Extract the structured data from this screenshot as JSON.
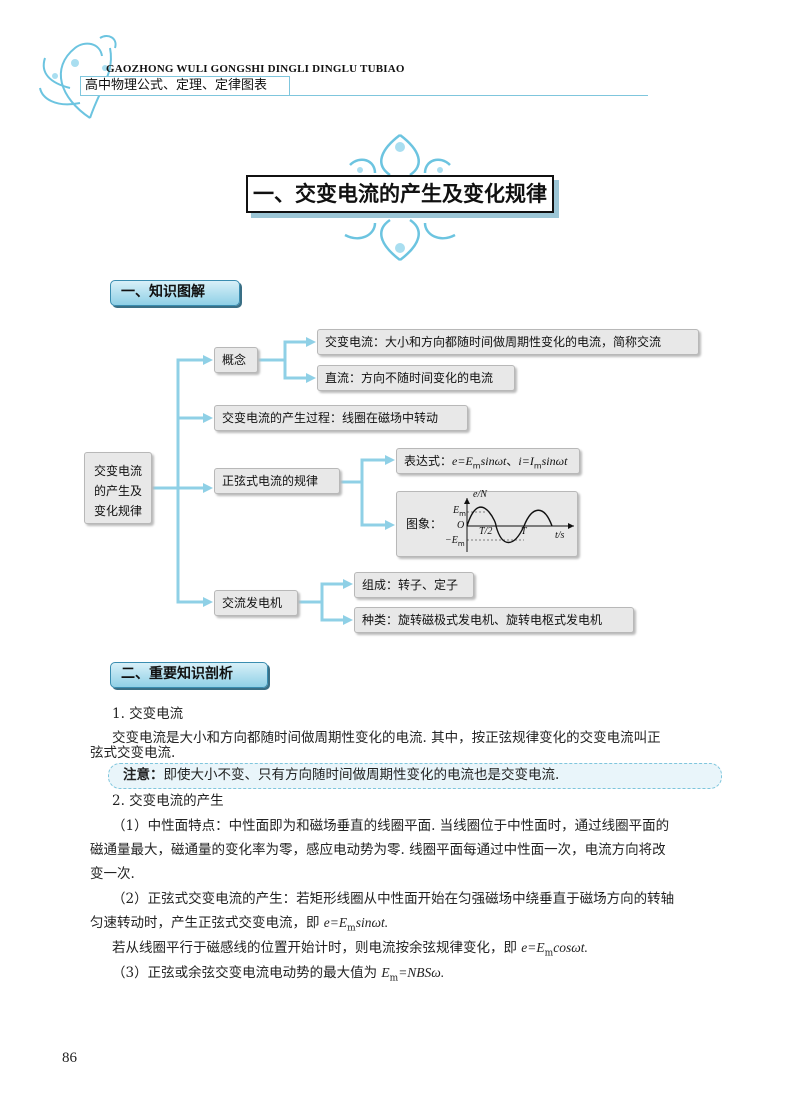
{
  "header": {
    "pinyin": "GAOZHONG WULI GONGSHI DINGLI DINGLU TUBIAO",
    "chinese": "高中物理公式、定理、定律图表"
  },
  "chapter_title": "一、交变电流的产生及变化规律",
  "section1": {
    "label": "一、知识图解"
  },
  "diagram": {
    "root": "交变电流的产生及变化规律",
    "concept": "概念",
    "ac_def": "交变电流：大小和方向都随时间做周期性变化的电流，简称交流",
    "dc_def": "直流：方向不随时间变化的电流",
    "process": "交变电流的产生过程：线圈在磁场中转动",
    "sine_law": "正弦式电流的规律",
    "expr_prefix": "表达式：",
    "expr_e": "e=E",
    "expr_e_sub": "m",
    "expr_e_tail": "sinωt",
    "expr_sep": "、",
    "expr_i": "i=I",
    "expr_i_sub": "m",
    "expr_i_tail": "sinωt",
    "graph_label": "图象：",
    "graph": {
      "y_label": "e/N",
      "x_label": "t/s",
      "em": "E",
      "em_sub": "m",
      "neg_em": "−E",
      "neg_em_sub": "m",
      "origin": "O",
      "half_period": "T/2",
      "period": "T"
    },
    "generator": "交流发电机",
    "composition": "组成：转子、定子",
    "types": "种类：旋转磁极式发电机、旋转电枢式发电机"
  },
  "section2": {
    "label": "二、重要知识剖析"
  },
  "content": {
    "h1": "1. 交变电流",
    "p1a": "交变电流是大小和方向都随时间做周期性变化的电流. 其中，按正弦规律变化的交变电流叫正",
    "p1b": "弦式交变电流.",
    "note_label": "注意：",
    "note_text": "即使大小不变、只有方向随时间做周期性变化的电流也是交变电流.",
    "h2": "2. 交变电流的产生",
    "p2a": "（1）中性面特点：中性面即为和磁场垂直的线圈平面. 当线圈位于中性面时，通过线圈平面的",
    "p2b": "磁通量最大，磁通量的变化率为零，感应电动势为零. 线圈平面每通过中性面一次，电流方向将改",
    "p2c": "变一次.",
    "p3a": "（2）正弦式交变电流的产生：若矩形线圈从中性面开始在匀强磁场中绕垂直于磁场方向的转轴",
    "p3b": "匀速转动时，产生正弦式交变电流，即 ",
    "p3b_formula": "e=E",
    "p3b_sub": "m",
    "p3b_tail": "sinωt.",
    "p4": "若从线圈平行于磁感线的位置开始计时，则电流按余弦规律变化，即 ",
    "p4_formula": "e=E",
    "p4_sub": "m",
    "p4_tail": "cosωt.",
    "p5": "（3）正弦或余弦交变电流电动势的最大值为 ",
    "p5_formula": "E",
    "p5_sub": "m",
    "p5_tail": "=NBSω."
  },
  "page_number": "86",
  "colors": {
    "accent": "#7fc6dd",
    "node_bg": "#e8e8e8",
    "badge_bg": "#8fd0e6"
  }
}
